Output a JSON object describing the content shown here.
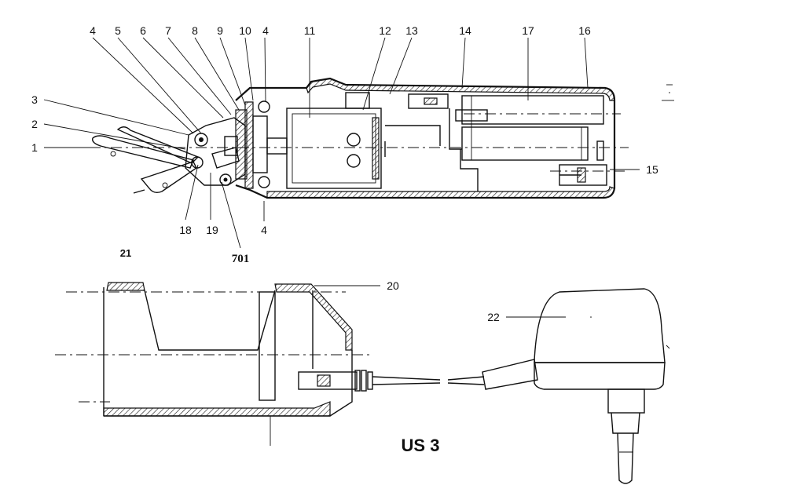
{
  "labels": {
    "top": [
      "4",
      "5",
      "6",
      "7",
      "8",
      "9",
      "10",
      "4",
      "11",
      "12",
      "13",
      "14",
      "17",
      "16"
    ],
    "left": [
      "3",
      "2",
      "1"
    ],
    "right_15": "15",
    "bottom": [
      "18",
      "19",
      "4"
    ],
    "bottom_701": "701",
    "label_21": "21",
    "label_20": "20",
    "label_22": "22"
  },
  "title": "US 3"
}
